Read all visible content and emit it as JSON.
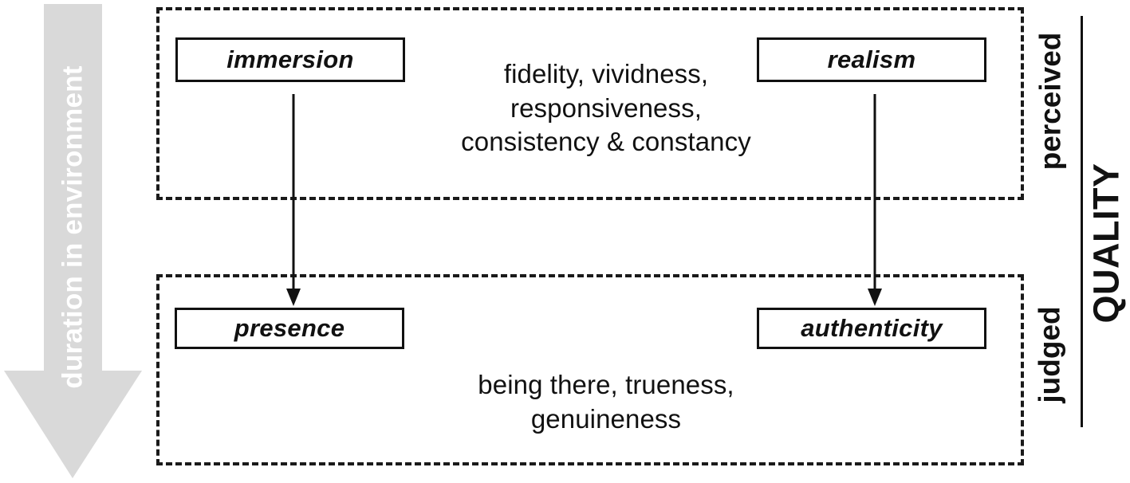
{
  "diagram": {
    "title": "QUALITY",
    "colors": {
      "ink": "#111111",
      "arrow_gray": "#d9d9d9",
      "background": "#ffffff"
    },
    "duration_arrow": {
      "label": "duration in environment",
      "direction": "down"
    },
    "regions": [
      {
        "id": "perceived",
        "side_label": "perceived",
        "boxes": [
          {
            "id": "immersion",
            "label": "immersion"
          },
          {
            "id": "realism",
            "label": "realism"
          }
        ],
        "description_lines": [
          "fidelity, vividness,",
          "responsiveness,",
          "consistency & constancy"
        ]
      },
      {
        "id": "judged",
        "side_label": "judged",
        "boxes": [
          {
            "id": "presence",
            "label": "presence"
          },
          {
            "id": "authenticity",
            "label": "authenticity"
          }
        ],
        "description_lines": [
          "being there, trueness,",
          "genuineness"
        ]
      }
    ],
    "connectors": [
      {
        "from": "immersion",
        "to": "presence"
      },
      {
        "from": "realism",
        "to": "authenticity"
      }
    ]
  }
}
